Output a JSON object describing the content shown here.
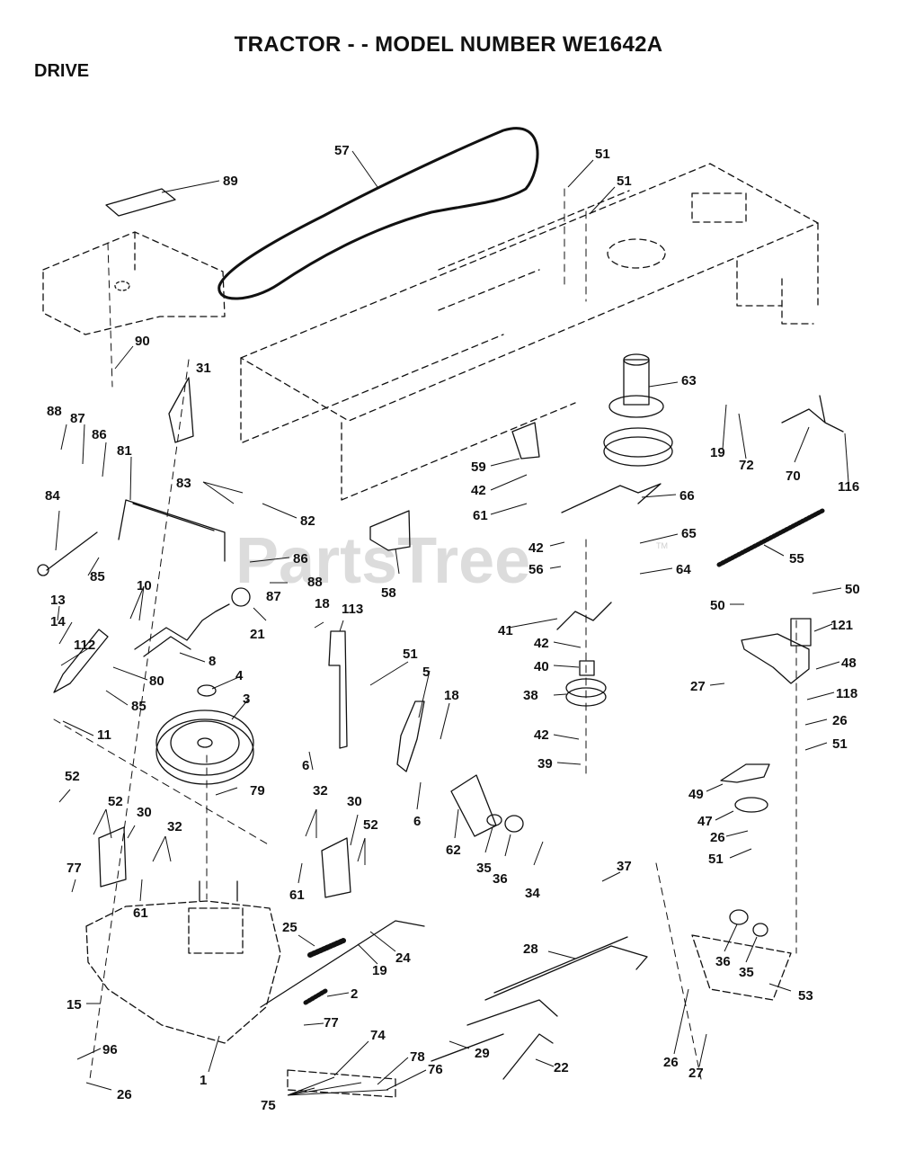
{
  "header": {
    "title": "TRACTOR - - MODEL NUMBER WE1642A",
    "section": "DRIVE"
  },
  "watermark": {
    "text": "PartsTree",
    "tm": "TM"
  },
  "colors": {
    "ink": "#111111",
    "watermark": "#dcdcdc",
    "background": "#ffffff"
  },
  "callouts": [
    "57",
    "51",
    "51",
    "89",
    "90",
    "31",
    "63",
    "19",
    "72",
    "70",
    "116",
    "88",
    "87",
    "86",
    "81",
    "59",
    "42",
    "61",
    "66",
    "83",
    "82",
    "84",
    "85",
    "86",
    "88",
    "87",
    "58",
    "42",
    "56",
    "65",
    "64",
    "55",
    "10",
    "21",
    "13",
    "14",
    "112",
    "8",
    "80",
    "85",
    "11",
    "18",
    "113",
    "51",
    "5",
    "18",
    "41",
    "42",
    "40",
    "38",
    "42",
    "39",
    "50",
    "50",
    "121",
    "48",
    "27",
    "118",
    "26",
    "51",
    "4",
    "3",
    "6",
    "6",
    "79",
    "62",
    "35",
    "36",
    "34",
    "49",
    "47",
    "26",
    "51",
    "52",
    "52",
    "30",
    "32",
    "77",
    "61",
    "32",
    "30",
    "52",
    "61",
    "37",
    "25",
    "24",
    "19",
    "28",
    "36",
    "35",
    "53",
    "15",
    "2",
    "77",
    "74",
    "29",
    "22",
    "26",
    "27",
    "96",
    "1",
    "78",
    "76",
    "75",
    "26"
  ]
}
